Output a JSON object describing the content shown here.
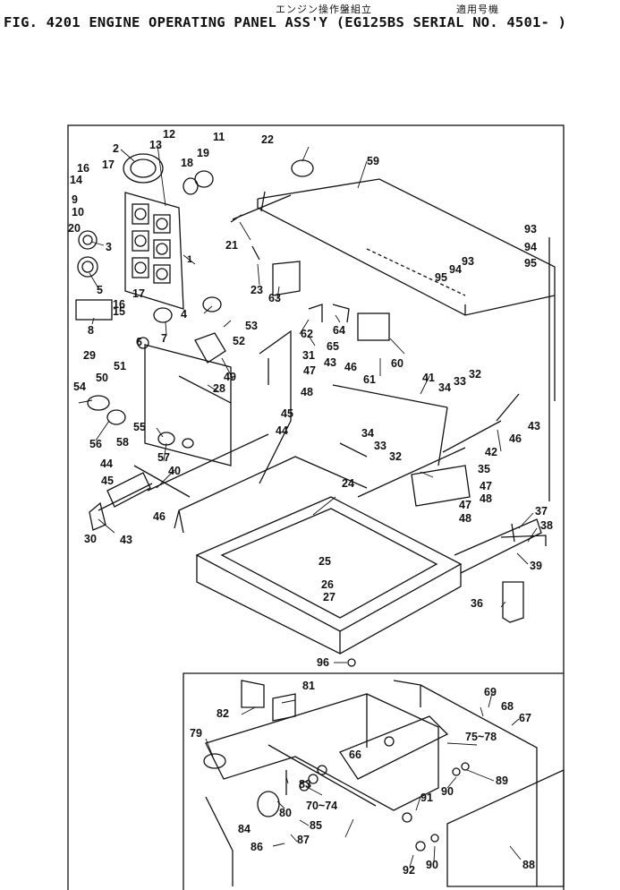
{
  "header": {
    "japanese_title": "エンジン操作盤組立",
    "japanese_applicable": "適用号機",
    "title": "FIG. 4201  ENGINE OPERATING PANEL ASS'Y (EG125BS SERIAL NO. 4501- )"
  },
  "callouts": [
    {
      "id": "c1",
      "text": "1"
    },
    {
      "id": "c2",
      "text": "2"
    },
    {
      "id": "c3",
      "text": "3"
    },
    {
      "id": "c4",
      "text": "4"
    },
    {
      "id": "c5",
      "text": "5"
    },
    {
      "id": "c6",
      "text": "6"
    },
    {
      "id": "c7",
      "text": "7"
    },
    {
      "id": "c8",
      "text": "8"
    },
    {
      "id": "c9",
      "text": "9"
    },
    {
      "id": "c10",
      "text": "10"
    },
    {
      "id": "c11",
      "text": "11"
    },
    {
      "id": "c12",
      "text": "12"
    },
    {
      "id": "c13",
      "text": "13"
    },
    {
      "id": "c14",
      "text": "14"
    },
    {
      "id": "c15",
      "text": "15"
    },
    {
      "id": "c16a",
      "text": "16"
    },
    {
      "id": "c16b",
      "text": "16"
    },
    {
      "id": "c17a",
      "text": "17"
    },
    {
      "id": "c17b",
      "text": "17"
    },
    {
      "id": "c18",
      "text": "18"
    },
    {
      "id": "c19",
      "text": "19"
    },
    {
      "id": "c20",
      "text": "20"
    },
    {
      "id": "c21",
      "text": "21"
    },
    {
      "id": "c22",
      "text": "22"
    },
    {
      "id": "c23",
      "text": "23"
    },
    {
      "id": "c24",
      "text": "24"
    },
    {
      "id": "c25",
      "text": "25"
    },
    {
      "id": "c26",
      "text": "26"
    },
    {
      "id": "c27",
      "text": "27"
    },
    {
      "id": "c28",
      "text": "28"
    },
    {
      "id": "c29",
      "text": "29"
    },
    {
      "id": "c30",
      "text": "30"
    },
    {
      "id": "c31",
      "text": "31"
    },
    {
      "id": "c32a",
      "text": "32"
    },
    {
      "id": "c32b",
      "text": "32"
    },
    {
      "id": "c33a",
      "text": "33"
    },
    {
      "id": "c33b",
      "text": "33"
    },
    {
      "id": "c34a",
      "text": "34"
    },
    {
      "id": "c34b",
      "text": "34"
    },
    {
      "id": "c35",
      "text": "35"
    },
    {
      "id": "c36",
      "text": "36"
    },
    {
      "id": "c37",
      "text": "37"
    },
    {
      "id": "c38",
      "text": "38"
    },
    {
      "id": "c39",
      "text": "39"
    },
    {
      "id": "c40",
      "text": "40"
    },
    {
      "id": "c41",
      "text": "41"
    },
    {
      "id": "c42",
      "text": "42"
    },
    {
      "id": "c43a",
      "text": "43"
    },
    {
      "id": "c43b",
      "text": "43"
    },
    {
      "id": "c43c",
      "text": "43"
    },
    {
      "id": "c44a",
      "text": "44"
    },
    {
      "id": "c44b",
      "text": "44"
    },
    {
      "id": "c45a",
      "text": "45"
    },
    {
      "id": "c45b",
      "text": "45"
    },
    {
      "id": "c46a",
      "text": "46"
    },
    {
      "id": "c46b",
      "text": "46"
    },
    {
      "id": "c46c",
      "text": "46"
    },
    {
      "id": "c47a",
      "text": "47"
    },
    {
      "id": "c47b",
      "text": "47"
    },
    {
      "id": "c47c",
      "text": "47"
    },
    {
      "id": "c48a",
      "text": "48"
    },
    {
      "id": "c48b",
      "text": "48"
    },
    {
      "id": "c48c",
      "text": "48"
    },
    {
      "id": "c49",
      "text": "49"
    },
    {
      "id": "c50",
      "text": "50"
    },
    {
      "id": "c51",
      "text": "51"
    },
    {
      "id": "c52",
      "text": "52"
    },
    {
      "id": "c53",
      "text": "53"
    },
    {
      "id": "c54",
      "text": "54"
    },
    {
      "id": "c55",
      "text": "55"
    },
    {
      "id": "c56",
      "text": "56"
    },
    {
      "id": "c57",
      "text": "57"
    },
    {
      "id": "c58",
      "text": "58"
    },
    {
      "id": "c59",
      "text": "59"
    },
    {
      "id": "c60",
      "text": "60"
    },
    {
      "id": "c61",
      "text": "61"
    },
    {
      "id": "c62",
      "text": "62"
    },
    {
      "id": "c63",
      "text": "63"
    },
    {
      "id": "c64",
      "text": "64"
    },
    {
      "id": "c65",
      "text": "65"
    },
    {
      "id": "c66",
      "text": "66"
    },
    {
      "id": "c67",
      "text": "67"
    },
    {
      "id": "c68",
      "text": "68"
    },
    {
      "id": "c69",
      "text": "69"
    },
    {
      "id": "c70",
      "text": "70~74"
    },
    {
      "id": "c75",
      "text": "75~78"
    },
    {
      "id": "c79",
      "text": "79"
    },
    {
      "id": "c80",
      "text": "80"
    },
    {
      "id": "c81",
      "text": "81"
    },
    {
      "id": "c82",
      "text": "82"
    },
    {
      "id": "c83",
      "text": "83"
    },
    {
      "id": "c84",
      "text": "84"
    },
    {
      "id": "c85",
      "text": "85"
    },
    {
      "id": "c86",
      "text": "86"
    },
    {
      "id": "c87",
      "text": "87"
    },
    {
      "id": "c88",
      "text": "88"
    },
    {
      "id": "c89",
      "text": "89"
    },
    {
      "id": "c90a",
      "text": "90"
    },
    {
      "id": "c90b",
      "text": "90"
    },
    {
      "id": "c91",
      "text": "91"
    },
    {
      "id": "c92",
      "text": "92"
    },
    {
      "id": "c93a",
      "text": "93"
    },
    {
      "id": "c93b",
      "text": "93"
    },
    {
      "id": "c94a",
      "text": "94"
    },
    {
      "id": "c94b",
      "text": "94"
    },
    {
      "id": "c95a",
      "text": "95"
    },
    {
      "id": "c95b",
      "text": "95"
    },
    {
      "id": "c96",
      "text": "96"
    }
  ]
}
